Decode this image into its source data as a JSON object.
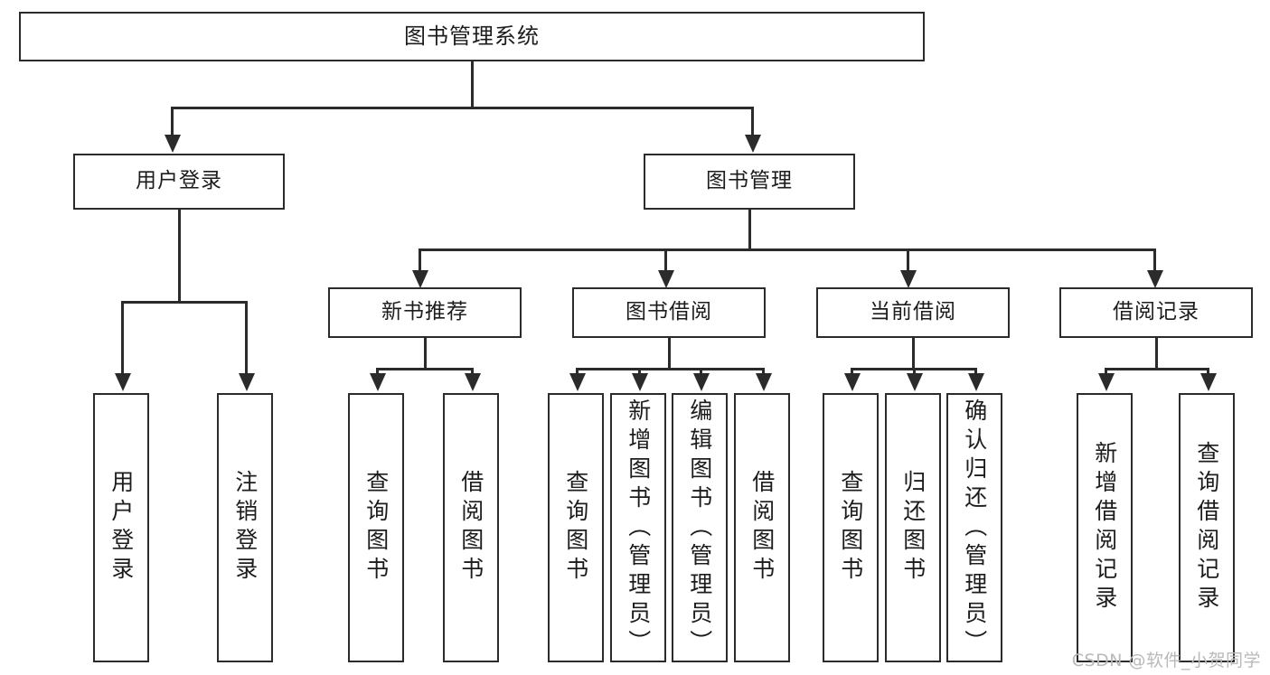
{
  "diagram": {
    "type": "tree",
    "title": "图书管理系统",
    "watermark": "CSDN @软件_小贺同学",
    "colors": {
      "stroke": "#2b2b2b",
      "fill": "#ffffff",
      "text": "#1c1c1c",
      "watermark": "#b9b9b9"
    },
    "levels": {
      "root": {
        "label": "图书管理系统"
      },
      "level2": [
        {
          "id": "user-login",
          "label": "用户登录"
        },
        {
          "id": "book-manage",
          "label": "图书管理"
        }
      ],
      "level3": [
        {
          "id": "new-book-rec",
          "label": "新书推荐",
          "parent": "book-manage"
        },
        {
          "id": "book-borrow",
          "label": "图书借阅",
          "parent": "book-manage"
        },
        {
          "id": "current-borrow",
          "label": "当前借阅",
          "parent": "book-manage"
        },
        {
          "id": "borrow-record",
          "label": "借阅记录",
          "parent": "book-manage"
        }
      ],
      "leaves": {
        "user-login": [
          {
            "id": "leaf-user-login",
            "label": "用户登录"
          },
          {
            "id": "leaf-user-logout",
            "label": "注销登录"
          }
        ],
        "new-book-rec": [
          {
            "id": "leaf-query-book-1",
            "label": "查询图书"
          },
          {
            "id": "leaf-borrow-book-1",
            "label": "借阅图书"
          }
        ],
        "book-borrow": [
          {
            "id": "leaf-query-book-2",
            "label": "查询图书"
          },
          {
            "id": "leaf-add-book",
            "label": "新增图书（管理员）"
          },
          {
            "id": "leaf-edit-book",
            "label": "编辑图书（管理员）"
          },
          {
            "id": "leaf-borrow-book-2",
            "label": "借阅图书"
          }
        ],
        "current-borrow": [
          {
            "id": "leaf-query-book-3",
            "label": "查询图书"
          },
          {
            "id": "leaf-return-book",
            "label": "归还图书"
          },
          {
            "id": "leaf-confirm-return",
            "label": "确认归还（管理员）"
          }
        ],
        "borrow-record": [
          {
            "id": "leaf-add-record",
            "label": "新增借阅记录"
          },
          {
            "id": "leaf-query-record",
            "label": "查询借阅记录"
          }
        ]
      }
    }
  }
}
